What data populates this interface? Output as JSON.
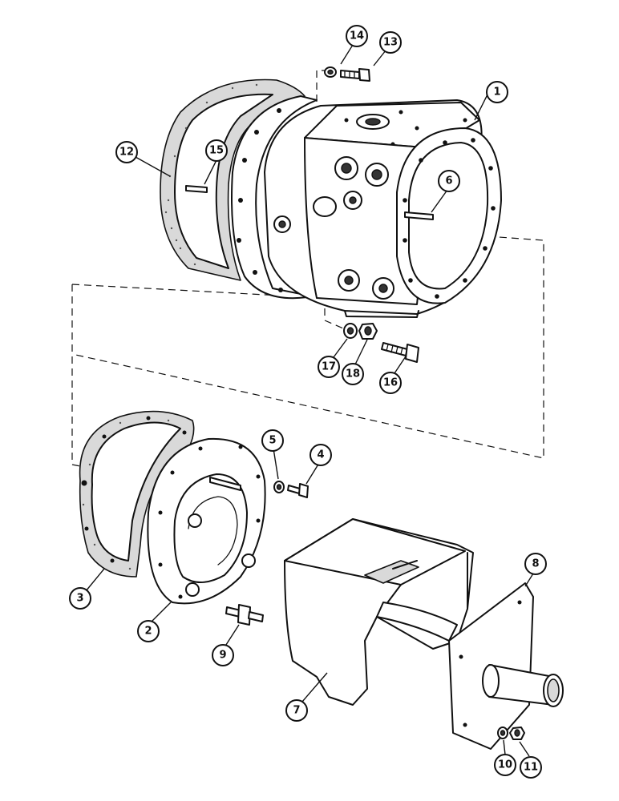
{
  "callouts": [
    {
      "id": "1",
      "part": "housing"
    },
    {
      "id": "2",
      "part": "cover"
    },
    {
      "id": "3",
      "part": "cover-gasket"
    },
    {
      "id": "4",
      "part": "bolt"
    },
    {
      "id": "5",
      "part": "washer"
    },
    {
      "id": "6",
      "part": "dowel-pin"
    },
    {
      "id": "7",
      "part": "guard"
    },
    {
      "id": "8",
      "part": "shaft-plate"
    },
    {
      "id": "9",
      "part": "stud"
    },
    {
      "id": "10",
      "part": "washer"
    },
    {
      "id": "11",
      "part": "nut"
    },
    {
      "id": "12",
      "part": "housing-gasket"
    },
    {
      "id": "13",
      "part": "bolt"
    },
    {
      "id": "14",
      "part": "washer"
    },
    {
      "id": "15",
      "part": "dowel-pin"
    },
    {
      "id": "16",
      "part": "bolt"
    },
    {
      "id": "17",
      "part": "washer"
    },
    {
      "id": "18",
      "part": "nut"
    }
  ],
  "colors": {
    "line": "#111111",
    "background": "#ffffff",
    "shade": "#d9d9d9"
  }
}
